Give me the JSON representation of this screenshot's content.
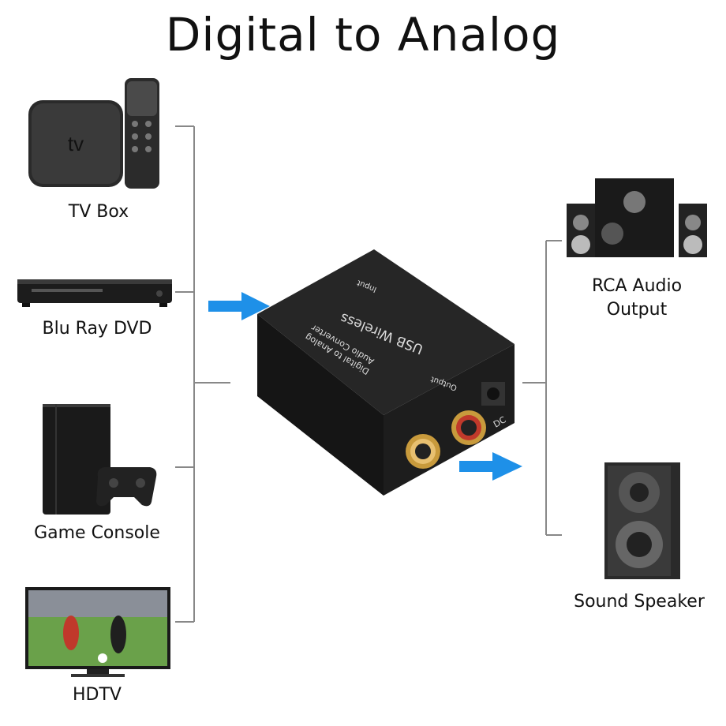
{
  "title": "Digital to Analog",
  "inputs": [
    {
      "label": "TV Box",
      "icon": "apple-tv-box-icon"
    },
    {
      "label": "Blu Ray DVD",
      "icon": "dvd-player-icon"
    },
    {
      "label": "Game Console",
      "icon": "game-console-icon"
    },
    {
      "label": "HDTV",
      "icon": "hdtv-icon"
    }
  ],
  "outputs": [
    {
      "label_line1": "RCA Audio",
      "label_line2": "Output",
      "icon": "speaker-system-icon"
    },
    {
      "label": "Sound Speaker",
      "icon": "bookshelf-speaker-icon"
    }
  ],
  "converter": {
    "top_text": "USB Wireless",
    "face_text_1": "Digital to Analog",
    "face_text_2": "Audio Converter",
    "input_text": "Input",
    "output_text": "Output",
    "dc_text": "DC",
    "icon": "dac-converter-icon"
  },
  "colors": {
    "arrow": "#1e90e8",
    "connector_line": "#888888",
    "converter_body": "#1a1a1a"
  }
}
